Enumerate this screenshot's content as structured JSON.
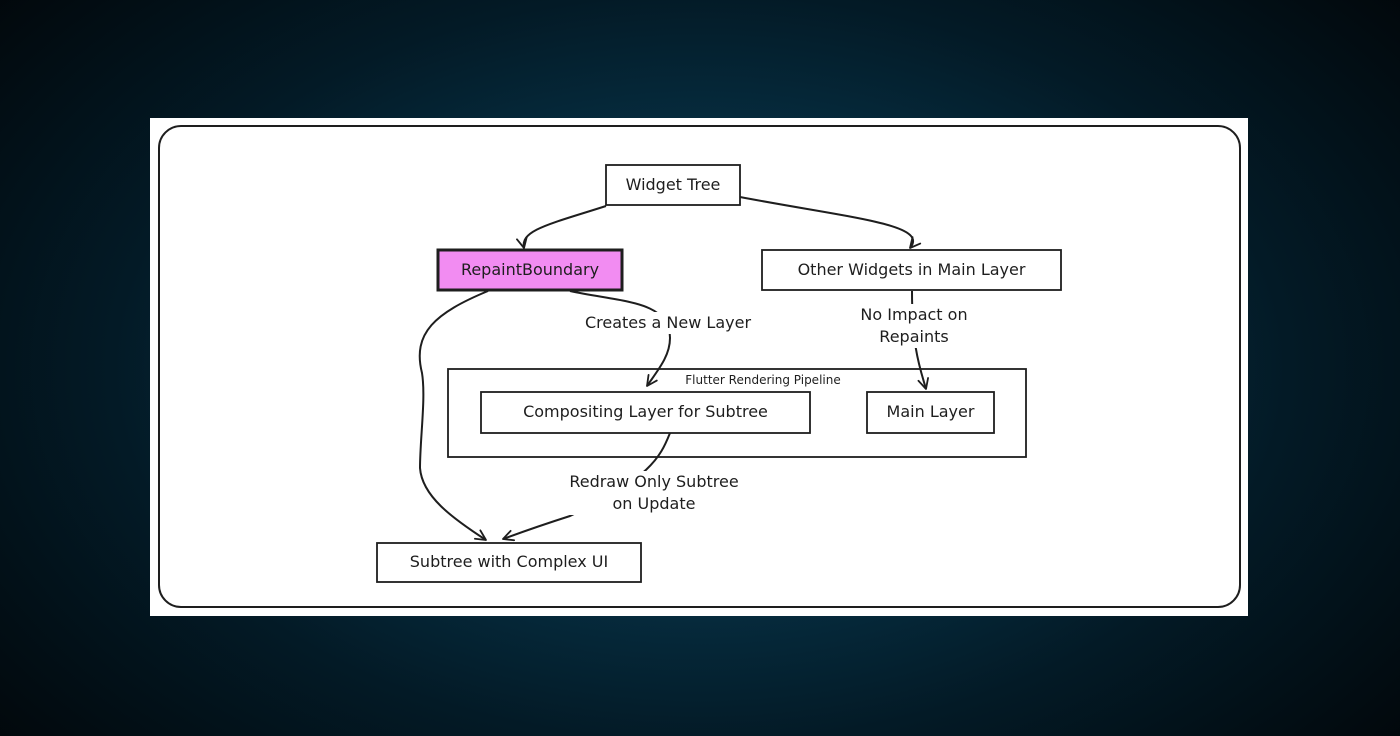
{
  "diagram": {
    "colors": {
      "stroke": "#1e1e1e",
      "highlight_fill": "#f28cf2",
      "background": "#ffffff"
    },
    "nodes": {
      "widget_tree": "Widget Tree",
      "repaint_boundary": "RepaintBoundary",
      "other_widgets": "Other Widgets in Main Layer",
      "compositing_layer": "Compositing Layer for Subtree",
      "main_layer": "Main Layer",
      "subtree": "Subtree with Complex UI"
    },
    "group": {
      "pipeline_label": "Flutter Rendering Pipeline"
    },
    "edges": {
      "creates_layer": "Creates a New Layer",
      "no_impact_line1": "No Impact on",
      "no_impact_line2": "Repaints",
      "redraw_line1": "Redraw Only Subtree",
      "redraw_line2": "on Update"
    }
  }
}
